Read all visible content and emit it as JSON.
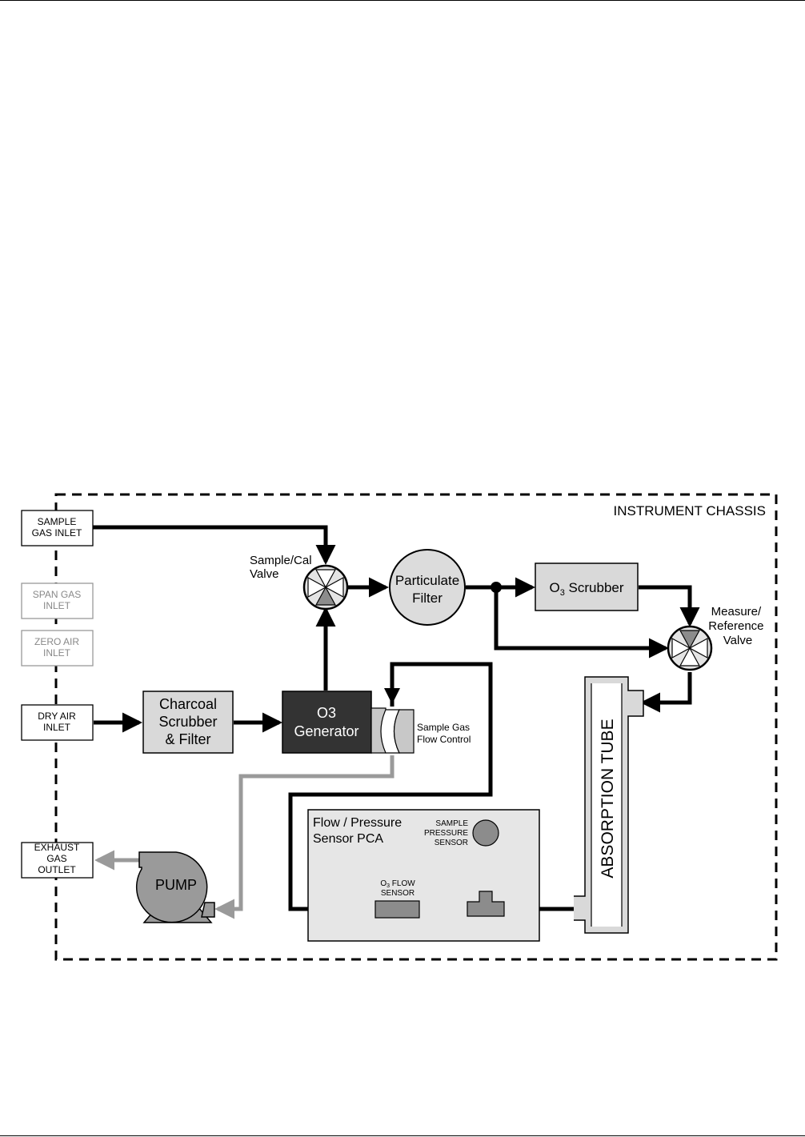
{
  "chassis": {
    "title": "INSTRUMENT CHASSIS"
  },
  "ports": {
    "sample_gas_inlet": [
      "SAMPLE",
      "GAS INLET"
    ],
    "span_gas_inlet": [
      "SPAN GAS",
      "INLET"
    ],
    "zero_air_inlet": [
      "ZERO AIR",
      "INLET"
    ],
    "dry_air_inlet": [
      "DRY AIR",
      "INLET"
    ],
    "exhaust_gas_outlet": [
      "EXHAUST",
      "GAS",
      "OUTLET"
    ]
  },
  "components": {
    "sample_cal_valve": [
      "Sample/Cal",
      "Valve"
    ],
    "particulate_filter": [
      "Particulate",
      "Filter"
    ],
    "o3_scrubber": {
      "prefix": "O",
      "sub": "3",
      "suffix": " Scrubber"
    },
    "measure_reference_valve": [
      "Measure/",
      "Reference",
      "Valve"
    ],
    "charcoal_scrubber": [
      "Charcoal",
      "Scrubber",
      "& Filter"
    ],
    "o3_generator": [
      "O3",
      "Generator"
    ],
    "sample_gas_flow_control": [
      "Sample Gas",
      "Flow Control"
    ],
    "absorption_tube": "ABSORPTION TUBE",
    "flow_pressure_sensor_pca": [
      "Flow / Pressure",
      "Sensor PCA"
    ],
    "sample_pressure_sensor": [
      "SAMPLE",
      "PRESSURE",
      "SENSOR"
    ],
    "o3_flow_sensor": {
      "prefix": "O",
      "sub": "3",
      "suffix": " FLOW",
      "line2": "SENSOR"
    },
    "pump": "PUMP"
  },
  "colors": {
    "line": "#000000",
    "gray_line": "#9a9a9a",
    "box_fill": "#d9d9d9",
    "generator_fill": "#333333",
    "sensor_fill": "#8c8c8c",
    "pca_fill": "#e6e6e6",
    "inactive_text": "#888888"
  }
}
